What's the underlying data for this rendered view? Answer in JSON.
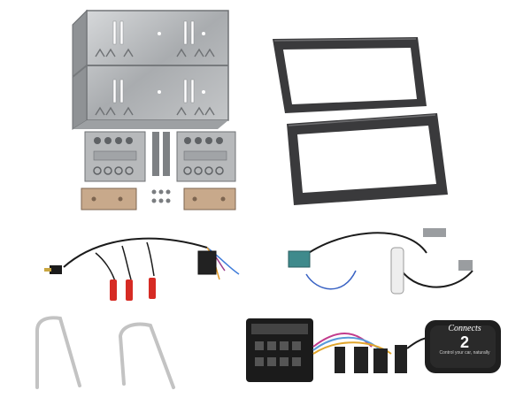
{
  "logo": {
    "brand_word": "Connects",
    "brand_number": "2",
    "tagline": "Control your car, naturally"
  },
  "colors": {
    "background": "#ffffff",
    "metal": "#a9acaf",
    "frame": "#3a3a3c",
    "cable": "#1b1b1b",
    "connector_blue": "#4f8fa6",
    "plug_red": "#d62b24",
    "fakra_teal": "#3f8a8c"
  }
}
